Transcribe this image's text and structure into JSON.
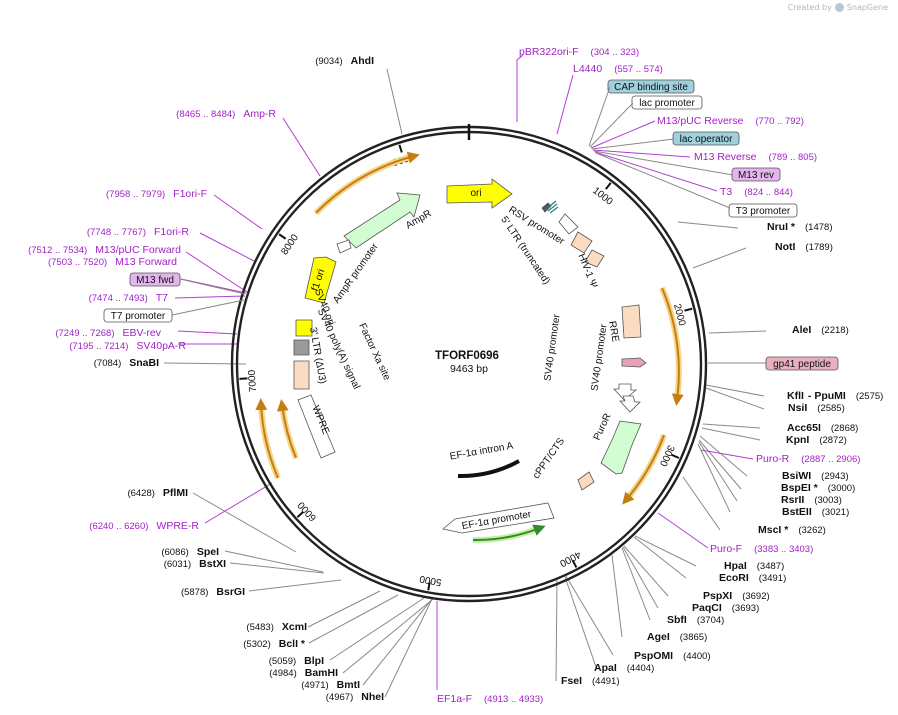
{
  "credit": {
    "prefix": "Created by",
    "brand": "SnapGene"
  },
  "plasmid": {
    "name": "TFORF0696",
    "length": "9463 bp",
    "total": 9463
  },
  "colors": {
    "enzyme": "#111111",
    "primer": "#a31fc6",
    "leader": "#888888",
    "primer_leader": "#b040d0",
    "orange_arrow": "#c87d12",
    "orange_glow": "#f5d58a",
    "green_arrow": "#2e8b2e",
    "green_glow": "#c6ef9c",
    "tag_blue": "#9fd0dc",
    "tag_purple": "#e3b4ee",
    "tag_pink": "#eab0c0"
  },
  "ticks": [
    "1000",
    "2000",
    "3000",
    "4000",
    "5000",
    "6000",
    "7000",
    "8000",
    "9000"
  ],
  "enzymes": [
    {
      "name": "AhdI",
      "pos": "(9034)"
    },
    {
      "name": "NruI *",
      "pos": "(1478)"
    },
    {
      "name": "NotI",
      "pos": "(1789)"
    },
    {
      "name": "AleI",
      "pos": "(2218)"
    },
    {
      "name": "KflI",
      "pos": "- PpuMI"
    },
    {
      "name": "NsiI",
      "pos": "(2585)"
    },
    {
      "name": "Acc65I",
      "pos": "(2868)"
    },
    {
      "name": "KpnI",
      "pos": "(2872)"
    },
    {
      "name": "BsiWI",
      "pos": "(2943)"
    },
    {
      "name": "BspEI *",
      "pos": "(3000)"
    },
    {
      "name": "RsrII",
      "pos": "(3003)"
    },
    {
      "name": "BstEII",
      "pos": "(3021)"
    },
    {
      "name": "MscI *",
      "pos": "(3262)"
    },
    {
      "name": "HpaI",
      "pos": "(3487)"
    },
    {
      "name": "EcoRI",
      "pos": "(3491)"
    },
    {
      "name": "PspXI",
      "pos": "(3692)"
    },
    {
      "name": "PaqCI",
      "pos": "(3693)"
    },
    {
      "name": "SbfI",
      "pos": "(3704)"
    },
    {
      "name": "AgeI",
      "pos": "(3865)"
    },
    {
      "name": "PspOMI",
      "pos": "(4400)"
    },
    {
      "name": "ApaI",
      "pos": "(4404)"
    },
    {
      "name": "FseI",
      "pos": "(4491)"
    },
    {
      "name": "NheI",
      "pos": "(4967)"
    },
    {
      "name": "BmtI",
      "pos": "(4971)"
    },
    {
      "name": "BamHI",
      "pos": "(4984)"
    },
    {
      "name": "BlpI",
      "pos": "(5059)"
    },
    {
      "name": "BclI *",
      "pos": "(5302)"
    },
    {
      "name": "XcmI",
      "pos": "(5483)"
    },
    {
      "name": "BsrGI",
      "pos": "(5878)"
    },
    {
      "name": "BstXI",
      "pos": "(6031)"
    },
    {
      "name": "SpeI",
      "pos": "(6086)"
    },
    {
      "name": "PflMI",
      "pos": "(6428)"
    },
    {
      "name": "SnaBI",
      "pos": "(7084)"
    }
  ],
  "kfli_pos": "(2575)",
  "primers": [
    {
      "name": "pBR322ori-F",
      "pos": "(304 .. 323)"
    },
    {
      "name": "L4440",
      "pos": "(557 .. 574)"
    },
    {
      "name": "M13/pUC Reverse",
      "pos": "(770 .. 792)"
    },
    {
      "name": "M13 Reverse",
      "pos": "(789 .. 805)"
    },
    {
      "name": "T3",
      "pos": "(824 .. 844)"
    },
    {
      "name": "Puro-R",
      "pos": "(2887 .. 2906)"
    },
    {
      "name": "Puro-F",
      "pos": "(3383 .. 3403)"
    },
    {
      "name": "EF1a-F",
      "pos": "(4913 .. 4933)"
    },
    {
      "name": "WPRE-R",
      "pos": "(6240 .. 6260)"
    },
    {
      "name": "SV40pA-R",
      "pos": "(7195 .. 7214)"
    },
    {
      "name": "EBV-rev",
      "pos": "(7249 .. 7268)"
    },
    {
      "name": "T7",
      "pos": "(7474 .. 7493)"
    },
    {
      "name": "M13 Forward",
      "pos": "(7503 .. 7520)"
    },
    {
      "name": "M13/pUC Forward",
      "pos": "(7512 .. 7534)"
    },
    {
      "name": "F1ori-R",
      "pos": "(7748 .. 7767)"
    },
    {
      "name": "F1ori-F",
      "pos": "(7958 .. 7979)"
    },
    {
      "name": "Amp-R",
      "pos": "(8465 .. 8484)"
    }
  ],
  "boxes": [
    {
      "name": "CAP binding site"
    },
    {
      "name": "lac promoter"
    },
    {
      "name": "lac operator"
    },
    {
      "name": "M13 rev"
    },
    {
      "name": "T3 promoter"
    },
    {
      "name": "gp41 peptide"
    },
    {
      "name": "M13 fwd"
    },
    {
      "name": "T7 promoter"
    }
  ],
  "features": [
    {
      "name": "ori"
    },
    {
      "name": "AmpR"
    },
    {
      "name": "AmpR promoter"
    },
    {
      "name": "f1 ori"
    },
    {
      "name": "SV40 ori"
    },
    {
      "name": "SV40 poly(A) signal"
    },
    {
      "name": "3' LTR (ΔU3)"
    },
    {
      "name": "Factor Xa site"
    },
    {
      "name": "WPRE"
    },
    {
      "name": "RSV promoter"
    },
    {
      "name": "5' LTR (truncated)"
    },
    {
      "name": "HIV-1 Ψ"
    },
    {
      "name": "RRE"
    },
    {
      "name": "SV40 promoter"
    },
    {
      "name": "SV40 promoter"
    },
    {
      "name": "PuroR"
    },
    {
      "name": "cPPT/CTS"
    },
    {
      "name": "EF-1α intron A"
    },
    {
      "name": "EF-1α promoter"
    }
  ]
}
